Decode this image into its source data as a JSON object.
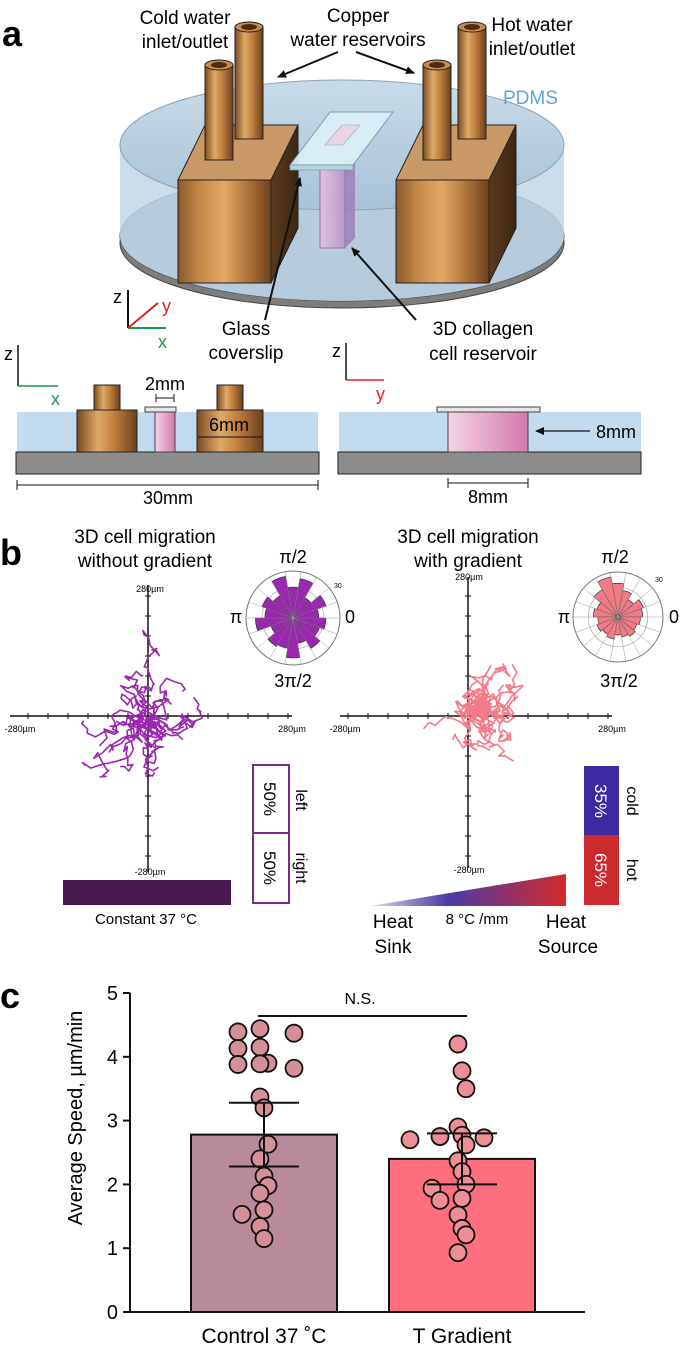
{
  "panel_a": {
    "letter": "a",
    "cold_label_1": "Cold water",
    "cold_label_2": "inlet/outlet",
    "copper_label_1": "Copper",
    "copper_label_2": "water reservoirs",
    "hot_label_1": "Hot water",
    "hot_label_2": "inlet/outlet",
    "pdms_label": "PDMS",
    "glass_label_1": "Glass",
    "glass_label_2": "coverslip",
    "collagen_label_1": "3D collagen",
    "collagen_label_2": "cell reservoir",
    "axis_z": "z",
    "axis_y": "y",
    "axis_x": "x",
    "dim_2mm": "2mm",
    "dim_6mm": "6mm",
    "dim_30mm": "30mm",
    "dim_8mm_h": "8mm",
    "dim_8mm_w": "8mm"
  },
  "panel_b": {
    "letter": "b",
    "left": {
      "title_1": "3D cell migration",
      "title_2": "without gradient",
      "tick_top": "280µm",
      "tick_bottom": "-280µm",
      "tick_left": "-280µm",
      "tick_right": "280µm",
      "polar_top": "π/2",
      "polar_left": "π",
      "polar_right": "0",
      "polar_bottom": "3π/2",
      "polar_scale": "30",
      "pct_top": "50%",
      "pct_top_label": "left",
      "pct_bottom": "50%",
      "pct_bottom_label": "right",
      "bar_label": "Constant 37 °C",
      "color": "#9b27b0",
      "bar_color": "#4a1850"
    },
    "right": {
      "title_1": "3D cell migration",
      "title_2": "with gradient",
      "tick_top": "280µm",
      "tick_bottom": "-280µm",
      "tick_left": "-280µm",
      "tick_right": "280µm",
      "polar_top": "π/2",
      "polar_left": "π",
      "polar_right": "0",
      "polar_bottom": "3π/2",
      "polar_scale": "30",
      "pct_top": "35%",
      "pct_top_label": "cold",
      "pct_bottom": "65%",
      "pct_bottom_label": "hot",
      "sink_1": "Heat",
      "sink_2": "Sink",
      "source_1": "Heat",
      "source_2": "Source",
      "gradient_label": "8 °C /mm",
      "color": "#f47a86",
      "cold_color": "#3b2aa0",
      "hot_color": "#cc2b2e"
    }
  },
  "panel_c": {
    "letter": "c",
    "chart_data": {
      "type": "bar",
      "categories": [
        "Control 37 ˚C",
        "T Gradient"
      ],
      "values": [
        2.78,
        2.4
      ],
      "error": [
        0.5,
        0.4
      ],
      "ylabel": "Average Speed, µm/min",
      "ylim": [
        0,
        5
      ],
      "yticks": [
        "0",
        "1",
        "2",
        "3",
        "4",
        "5"
      ],
      "significance": "N.S.",
      "bar_colors": [
        "#b88a9a",
        "#ff6f7d"
      ],
      "point_colors": [
        "#d58f98",
        "#ee8e96"
      ],
      "points": [
        [
          4.44,
          4.39,
          4.37,
          4.15,
          4.13,
          3.9,
          3.89,
          3.88,
          3.82,
          3.37,
          3.2,
          2.63,
          2.4,
          2.13,
          1.98,
          1.86,
          1.6,
          1.53,
          1.34,
          1.15
        ],
        [
          4.2,
          3.78,
          3.5,
          2.9,
          2.77,
          2.75,
          2.73,
          2.7,
          2.62,
          2.37,
          2.2,
          2.0,
          1.94,
          1.78,
          1.75,
          1.52,
          1.31,
          1.21,
          0.93
        ]
      ]
    }
  }
}
